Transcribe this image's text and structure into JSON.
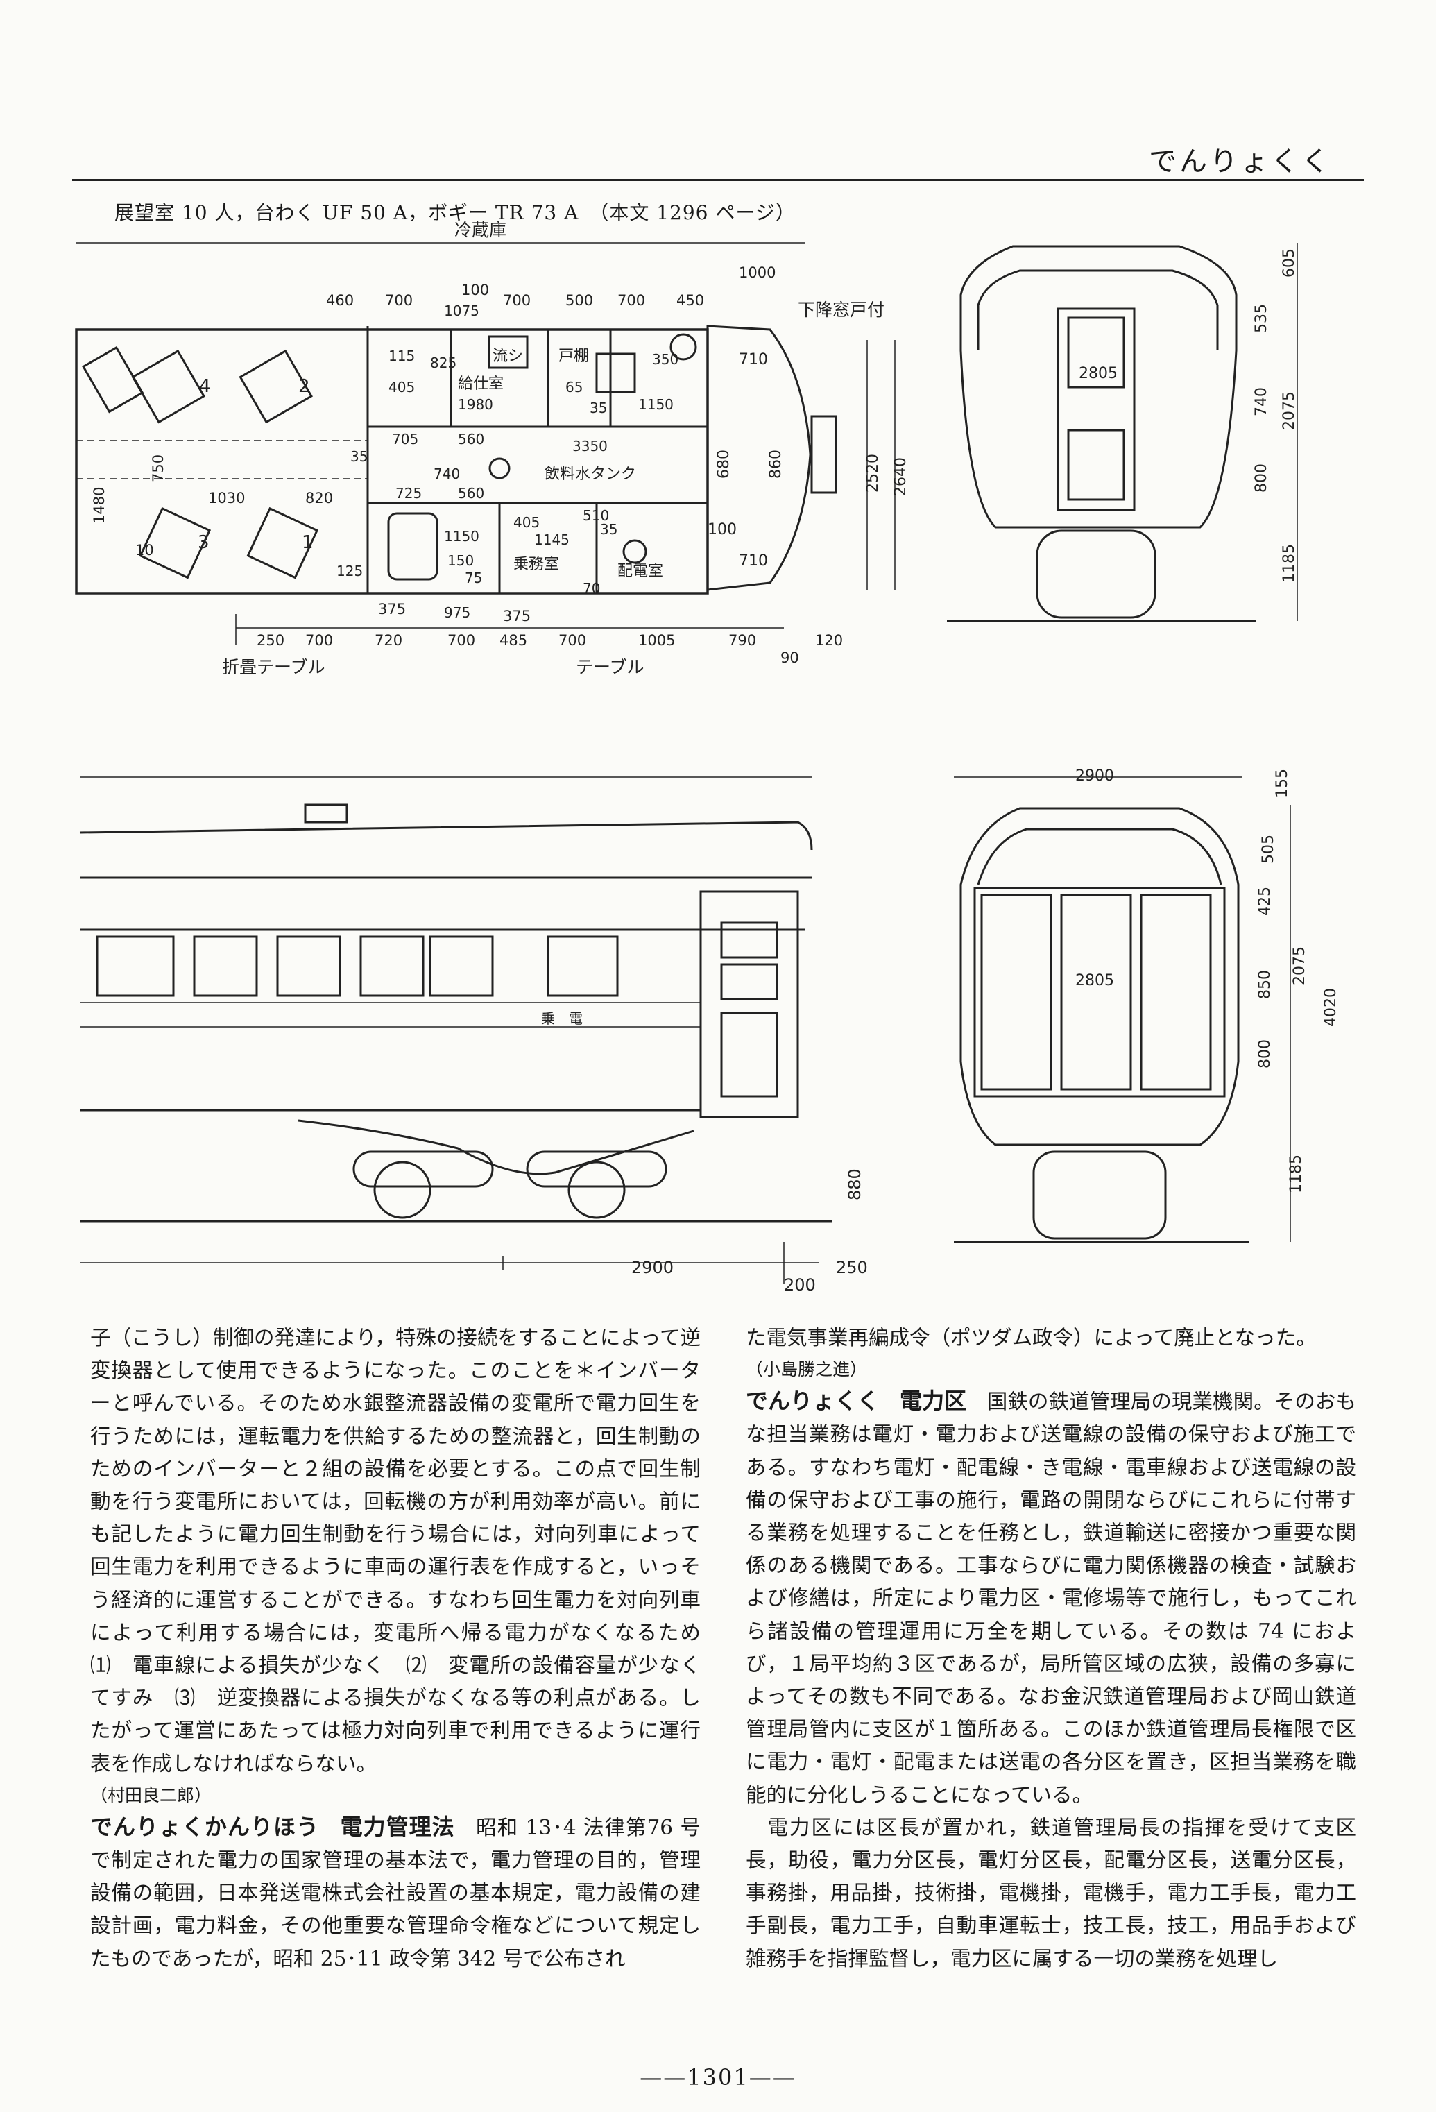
{
  "running_head": "でんりょくく",
  "caption": "展望室 10 人，台わく UF 50 A，ボギー TR 73 A　（本文 1296 ページ）",
  "drawing": {
    "plan_labels": {
      "refrigerator": "冷蔵庫",
      "lower_window": "下降窓戸付",
      "pantry": "給仕室",
      "sink": "流シ",
      "cupboard": "戸棚",
      "water_tank": "飲料水タンク",
      "crew_room": "乗務室",
      "switch_room": "配電室",
      "folding_table": "折畳テーブル",
      "table": "テーブル"
    },
    "plan_dims": {
      "top": [
        "460",
        "700",
        "100",
        "700",
        "500",
        "700",
        "450",
        "1000"
      ],
      "inner_a": [
        "115",
        "825",
        "405",
        "1980",
        "35",
        "1150",
        "350",
        "1075",
        "65"
      ],
      "mid": [
        "705",
        "560",
        "3350",
        "35",
        "740",
        "560",
        "725"
      ],
      "inner_b": [
        "405",
        "1145",
        "510",
        "35",
        "1150",
        "150",
        "75",
        "70",
        "975",
        "125"
      ],
      "bottom": [
        "250",
        "700",
        "720",
        "700",
        "485",
        "700",
        "1005",
        "790",
        "120",
        "90",
        "375",
        "375"
      ],
      "left": [
        "1480",
        "750",
        "1030",
        "820",
        "10"
      ],
      "right": [
        "2520",
        "2640",
        "860",
        "680",
        "710",
        "710",
        "100"
      ],
      "seats": [
        "4",
        "2",
        "3",
        "1"
      ]
    },
    "end_view_top": [
      "605",
      "535",
      "2075",
      "740",
      "800",
      "1185",
      "2805"
    ],
    "end_view_bottom": [
      "2900",
      "155",
      "505",
      "425",
      "850",
      "2075",
      "4020",
      "800",
      "1185",
      "2805"
    ],
    "side_view": [
      "2900",
      "250",
      "200",
      "880"
    ],
    "side_view_mark": "乗　電"
  },
  "columns": {
    "left": {
      "p1": "子（こうし）制御の発達により，特殊の接続をすることによって逆変換器として使用できるようになった。このことを＊インバーターと呼んでいる。そのため水銀整流器設備の変電所で電力回生を行うためには，運転電力を供給するための整流器と，回生制動のためのインバーターと２組の設備を必要とする。この点で回生制動を行う変電所においては，回転機の方が利用効率が高い。前にも記したように電力回生制動を行う場合には，対向列車によって回生電力を利用できるように車両の運行表を作成すると，いっそう経済的に運営することができる。すなわち回生電力を対向列車によって利用する場合には，変電所へ帰る電力がなくなるため　⑴　電車線による損失が少なく　⑵　変電所の設備容量が少なくてすみ　⑶　逆変換器による損失がなくなる等の利点がある。したがって運営にあたっては極力対向列車で利用できるように運行表を作成しなければならない。",
      "sign1": "（村田良二郎）",
      "term2_kana": "でんりょくかんりほう",
      "term2_kanji": "電力管理法",
      "p2": "昭和 13･4 法律第76 号で制定された電力の国家管理の基本法で，電力管理の目的，管理設備の範囲，日本発送電株式会社設置の基本規定，電力設備の建設計画，電力料金，その他重要な管理命令権などについて規定したものであったが，昭和 25･11 政令第 342 号で公布され"
    },
    "right": {
      "p1": "た電気事業再編成令（ポツダム政令）によって廃止となった。",
      "sign1": "（小島勝之進）",
      "term_kana": "でんりょくく",
      "term_kanji": "電力区",
      "p2": "国鉄の鉄道管理局の現業機関。そのおもな担当業務は電灯・電力および送電線の設備の保守および施工である。すなわち電灯・配電線・き電線・電車線および送電線の設備の保守および工事の施行，電路の開閉ならびにこれらに付帯する業務を処理することを任務とし，鉄道輸送に密接かつ重要な関係のある機関である。工事ならびに電力関係機器の検査・試験および修繕は，所定により電力区・電修場等で施行し，もってこれら諸設備の管理運用に万全を期している。その数は 74 におよび，１局平均約３区であるが，局所管区域の広狭，設備の多寡によってその数も不同である。なお金沢鉄道管理局および岡山鉄道管理局管内に支区が１箇所ある。このほか鉄道管理局長権限で区に電力・電灯・配電または送電の各分区を置き，区担当業務を職能的に分化しうることになっている。",
      "p3": "電力区には区長が置かれ，鉄道管理局長の指揮を受けて支区長，助役，電力分区長，電灯分区長，配電分区長，送電分区長，事務掛，用品掛，技術掛，電機掛，電機手，電力工手長，電力工手副長，電力工手，自動車運転士，技工長，技工，用品手および雑務手を指揮監督し，電力区に属する一切の業務を処理し"
    }
  },
  "folio": "1301"
}
